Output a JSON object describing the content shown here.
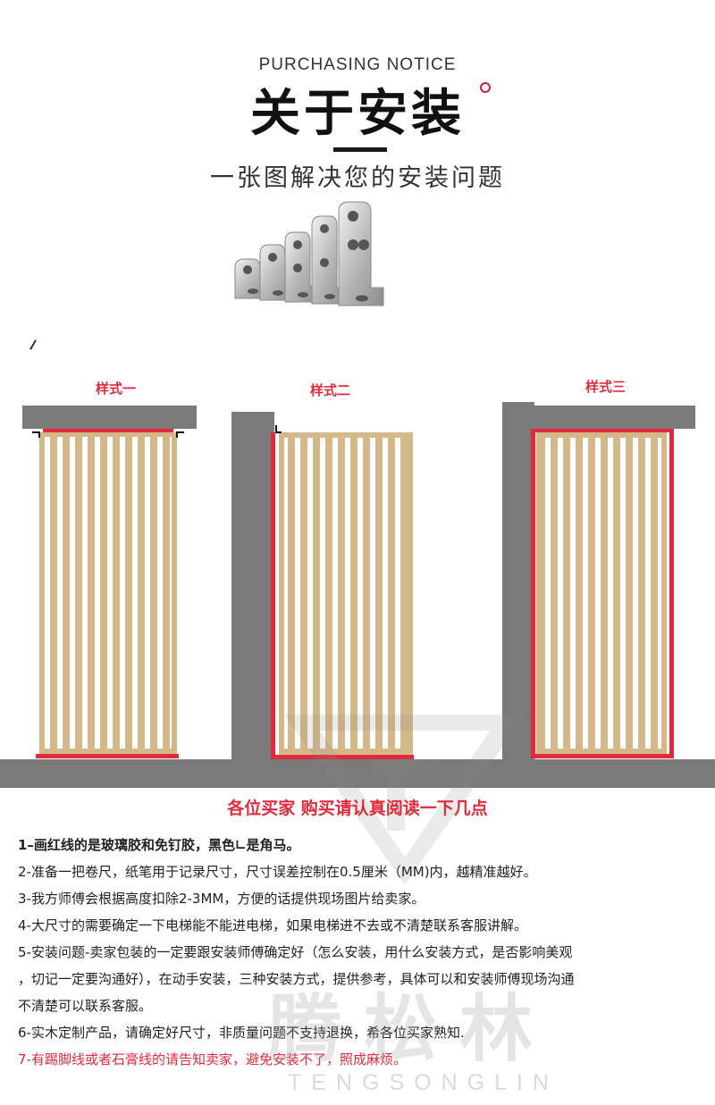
{
  "header": {
    "subtitle_en": "PURCHASING NOTICE",
    "title": "关于安装",
    "subtitle_cn": "一张图解决您的安装问题"
  },
  "styles": [
    {
      "label": "样式一"
    },
    {
      "label": "样式二"
    },
    {
      "label": "样式三"
    }
  ],
  "notice": {
    "heading": "各位买家 购买请认真阅读一下几点",
    "lines": [
      "1–画红线的是玻璃胶和免钉胶，黑色∟是角马。",
      "2-准备一把卷尺，纸笔用于记录尺寸，尺寸误差控制在0.5厘米（MM)内，越精准越好。",
      "3-我方师傅会根据高度扣除2-3MM，方便的话提供现场图片给卖家。",
      "4-大尺寸的需要确定一下电梯能不能进电梯，如果电梯进不去或不清楚联系客服讲解。",
      "5-安装问题-卖家包装的一定要跟安装师傅确定好（怎么安装，用什么安装方式，是否影响美观",
      "，切记一定要沟通好），在动手安装，三种安装方式，提供参考，具体可以和安装师傅现场沟通",
      "不清楚可以联系客服。",
      "6-实木定制产品，请确定好尺寸，非质量问题不支持退换，希各位买家熟知.",
      "7-有踢脚线或者石膏线的请告知卖家，避免安装不了，照成麻烦。"
    ]
  },
  "watermark": {
    "cn": "腾松林",
    "en": "TENGSONGLIN"
  },
  "colors": {
    "accent_red": "#e22a3c",
    "wall_gray": "#7a7a7a",
    "wood": "#d3b98a"
  }
}
